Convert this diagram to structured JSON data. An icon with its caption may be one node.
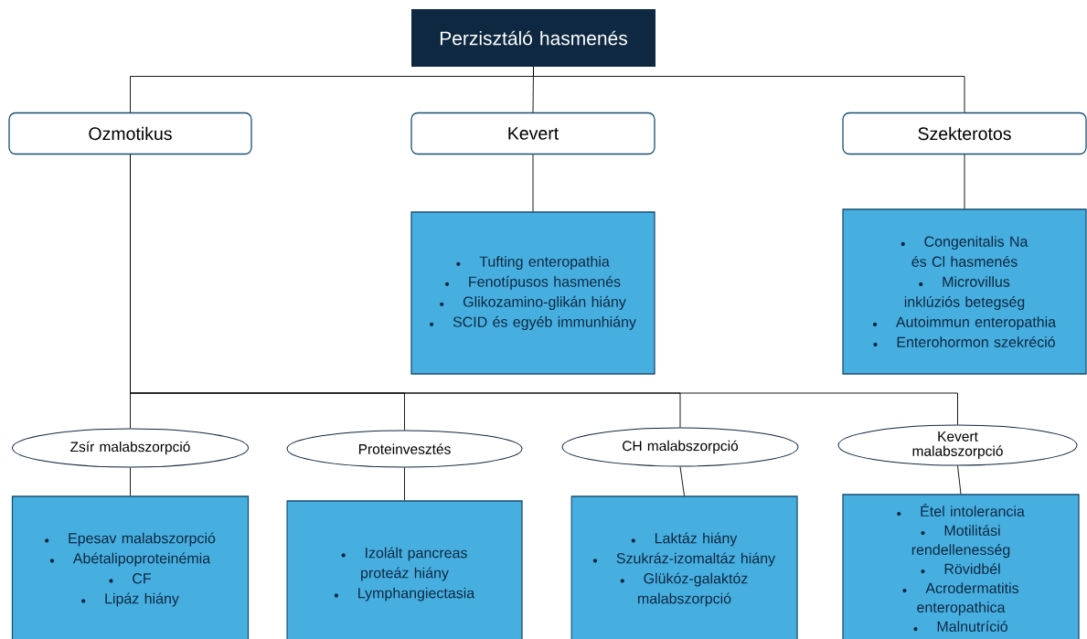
{
  "diagram": {
    "nodes": [
      {
        "text": [
          "Perzisztáló hasmenés"
        ]
      },
      {
        "text": [
          "Ozmotikus"
        ]
      },
      {
        "text": [
          "Kevert"
        ]
      },
      {
        "text": [
          "Szekterotos"
        ]
      },
      {
        "text": [
          "Tufting enteropathia",
          "Fenotípusos hasmenés",
          "Glikozamino-glikán hiány",
          "SCID és egyéb immunhiány"
        ]
      },
      {
        "text": [
          "Congenitalis Na és Cl hasmenés",
          "Microvillus inklúziós betegség",
          "Autoimmun enteropathia",
          "Enterohormon szekréció"
        ]
      },
      {
        "text": [
          "Zsír malabszorpció"
        ]
      },
      {
        "text": [
          "Proteinvesztés"
        ]
      },
      {
        "text": [
          "CH malabszorpció"
        ]
      },
      {
        "text": [
          "Kevert malabszorpció"
        ]
      },
      {
        "text": [
          "Epesav malabszorpció",
          "Abétalipoproteinémia",
          "CF",
          "Lipáz hiány"
        ]
      },
      {
        "text": [
          "Izolált pancreas proteáz hiány",
          "Lymphangiectasia"
        ]
      },
      {
        "text": [
          "Laktáz hiány",
          "Szukráz-izomaltáz hiány",
          "Glükóz-galaktóz malabszorpció"
        ]
      },
      {
        "text": [
          "Étel intolerancia",
          "Motilitási rendellenesség",
          "Rövidbél",
          "Acrodermatitis enteropathica",
          "Malnutríció"
        ]
      }
    ],
    "edges": [
      {
        "from": 0,
        "to": 1,
        "arrow": "none"
      },
      {
        "from": 0,
        "to": 2,
        "arrow": "none"
      },
      {
        "from": 0,
        "to": 3,
        "arrow": "none"
      },
      {
        "from": 2,
        "to": 4,
        "arrow": "none"
      },
      {
        "from": 3,
        "to": 5,
        "arrow": "none"
      },
      {
        "from": 1,
        "to": 6,
        "arrow": "none"
      },
      {
        "from": 1,
        "to": 7,
        "arrow": "none"
      },
      {
        "from": 1,
        "to": 8,
        "arrow": "none"
      },
      {
        "from": 1,
        "to": 9,
        "arrow": "none"
      },
      {
        "from": 6,
        "to": 10,
        "arrow": "none"
      },
      {
        "from": 7,
        "to": 11,
        "arrow": "none"
      },
      {
        "from": 8,
        "to": 12,
        "arrow": "none"
      },
      {
        "from": 9,
        "to": 13,
        "arrow": "none"
      }
    ]
  }
}
